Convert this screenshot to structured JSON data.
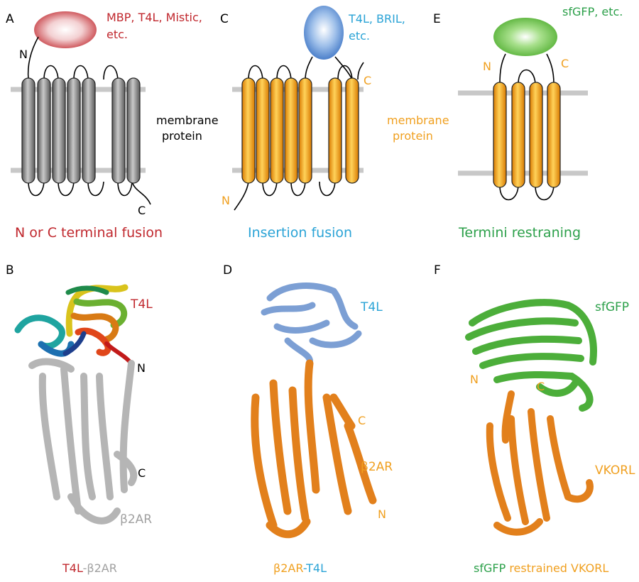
{
  "colors": {
    "red": "#c0272d",
    "blue": "#2aa3d6",
    "green": "#2ca04a",
    "orange": "#f0a020",
    "dark_orange": "#e07a10",
    "gray_helix": "#8a8a8a",
    "membrane": "#c8c8c8",
    "cartoon_gray": "#b5b5b5",
    "cartoon_blue": "#7c9fd4",
    "cartoon_orange": "#e2801c",
    "cartoon_green": "#4cae3a"
  },
  "panel_a": {
    "letter": "A",
    "tag": "MBP, T4L, Mistic,",
    "tag2": "etc.",
    "n": "N",
    "c": "C",
    "membrane_1": "membrane",
    "membrane_2": "protein",
    "caption": "N or C terminal fusion"
  },
  "panel_c": {
    "letter": "C",
    "tag": "T4L,  BRIL,",
    "tag2": "etc.",
    "n": "N",
    "c": "C",
    "membrane_1": "membrane",
    "membrane_2": "protein",
    "caption": "Insertion fusion"
  },
  "panel_e": {
    "letter": "E",
    "tag": "sfGFP, etc.",
    "n": "N",
    "c": "C",
    "caption": "Termini restraning"
  },
  "panel_b": {
    "letter": "B",
    "domain_label": "T4L",
    "n": "N",
    "c": "C",
    "protein_label": "β2AR",
    "caption_a": "T4L",
    "caption_sep": "-",
    "caption_b": "β2AR"
  },
  "panel_d": {
    "letter": "D",
    "domain_label": "T4L",
    "c": "C",
    "protein_label": "β2AR",
    "n": "N",
    "caption_a": "β2AR",
    "caption_sep": "-",
    "caption_b": "T4L"
  },
  "panel_f": {
    "letter": "F",
    "domain_label": "sfGFP",
    "n": "N",
    "c": "C",
    "protein_label": "VKORL",
    "caption_a": "sfGFP",
    "caption_b": "restrained VKORL"
  }
}
